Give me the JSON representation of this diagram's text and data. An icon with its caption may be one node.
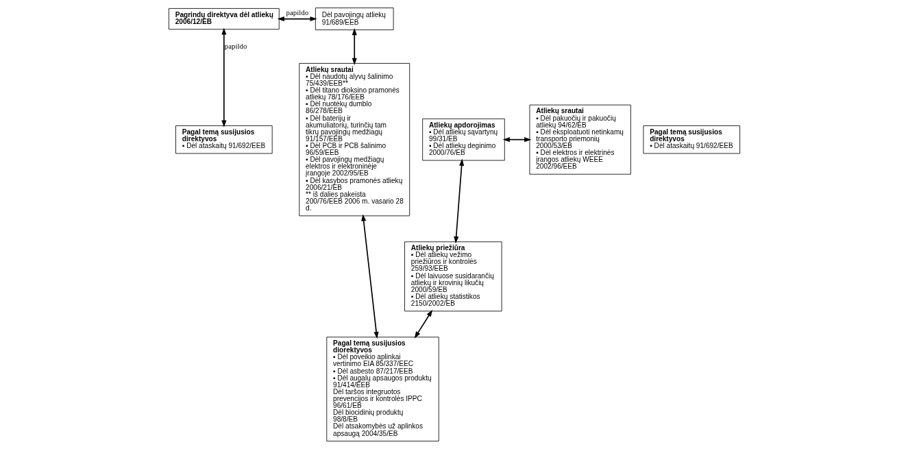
{
  "diagram": {
    "nodes": [
      {
        "text": [
          "Pagrindų direktyva dėl atliekų 2006/12/EB"
        ]
      },
      {
        "text": [
          "Dėl pavojingų atliekų 91/689/EEB"
        ]
      },
      {
        "text": [
          "Pagal temą susijusios direktyvos",
          "▪ Dėl ataskaitų 91/692/EEB"
        ]
      },
      {
        "text": [
          "Atliekų apdorojimas",
          "▪ Dėl atliekų sąvartynų 99/31/EB",
          "▪ Dėl atliekų deginimo 2000/76/EB"
        ]
      },
      {
        "text": [
          "Atliekų srautai",
          "▪ Dėl pakuočių ir pakuočių atliekų 94/62/EB",
          "▪ Dėl eksploatuoti netinkamų transporto priemonių 2000/53/EB",
          "▪ Dėl elektros ir elektrinės įrangos atliekų WEEE 2002/96/EEB"
        ]
      },
      {
        "text": [
          "Pagal temą susijusios direktyvos",
          "▪ Dėl ataskaitų 91/692/EEB"
        ]
      },
      {
        "text": [
          "Atliekų srautai",
          "▪ Dėl naudotų alyvų šalinimo 75/439/EEB**",
          "▪ Dėl titano dioksino pramonės atliekų 78/176/EEB",
          "▪ Dėl nuotėkų dumblo 86/278/EEB",
          "▪ Dėl baterijų ir akumuliatorių, turinčių tam tikrų pavojingų medžiagų 91/157/EEB",
          "▪ Dėl PCB ir PCB šalinimo 96/59/EEB",
          "▪ Dėl pavojingų medžiagų elektros ir elektroninėje įrangoje 2002/95/EB",
          "▪ Dėl kasybos pramonės atliekų 2006/21/EB",
          "** iš dalies pakeista 200/76/EEB 2006 m. vasario 28 d."
        ]
      },
      {
        "text": [
          "Atliekų priežiūra",
          "▪ Dėl atliekų vežimo priežiūros ir kontrolės 259/93/EEB",
          "▪ Dėl laivuose susidarančių atliekų ir krovinių likučių 2000/59/EB",
          "▪ Dėl atliekų statistikos 2150/2002/EB"
        ]
      },
      {
        "text": [
          "Pagal temą susijusios diorektyvos",
          "▪ Dėl poveikio aplinkai vertinimo EIA 85/337/EEC",
          "▪ Dėl asbesto 87/217/EEB",
          "▪ Dėl augalų apsaugos produktų 91/414/EEB",
          "Dėl taršos integruotos prevencijos ir kontrolės IPPC 96/61/EB",
          "Dėl biocidinių produktų 98/8/EB",
          "Dėl atsakomybės už aplinkos apsaugą 2004/35/EB"
        ]
      }
    ],
    "edges": [
      {
        "from": 0,
        "to": 1,
        "arrow": "both",
        "label": "papildo"
      },
      {
        "from": 0,
        "to": 2,
        "arrow": "both",
        "label": "papildo"
      },
      {
        "from": 3,
        "to": 4,
        "arrow": "both"
      },
      {
        "from": 1,
        "to": 6,
        "arrow": "both"
      },
      {
        "from": 3,
        "to": 7,
        "arrow": "both"
      },
      {
        "from": 7,
        "to": 8,
        "arrow": "both"
      },
      {
        "from": 8,
        "to": 6,
        "arrow": "both"
      }
    ]
  }
}
